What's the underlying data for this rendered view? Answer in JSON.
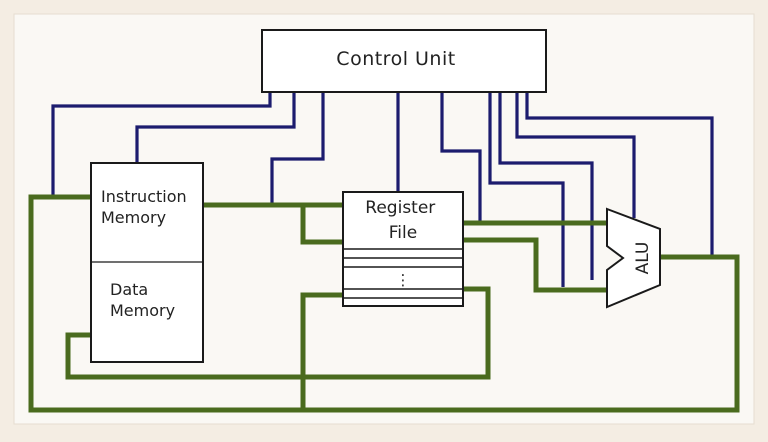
{
  "blocks": {
    "control_unit": "Control Unit",
    "instruction_memory": [
      "Instruction",
      "Memory"
    ],
    "data_memory": [
      "Data",
      "Memory"
    ],
    "register_file": [
      "Register",
      "File"
    ],
    "register_ellipsis": "⋮",
    "alu": "ALU"
  },
  "colors": {
    "page_background": "#f4ede3",
    "panel_background": "#faf8f4",
    "block_fill": "#ffffff",
    "block_stroke": "#1a1a1a",
    "control_line": "#1c1c6e",
    "data_line": "#4a6b1e"
  }
}
